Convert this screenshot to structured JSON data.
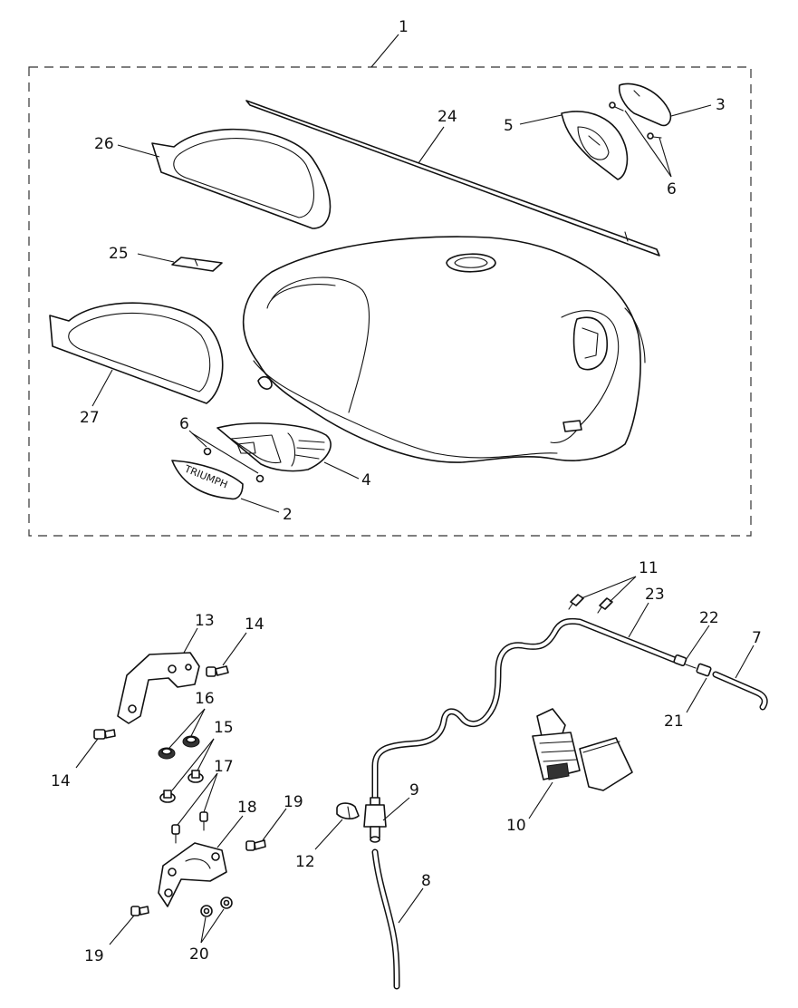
{
  "callouts": {
    "c1": "1",
    "c2": "2",
    "c3": "3",
    "c4": "4",
    "c5": "5",
    "c6a": "6",
    "c6b": "6",
    "c7": "7",
    "c8": "8",
    "c9": "9",
    "c10": "10",
    "c11": "11",
    "c12": "12",
    "c13": "13",
    "c14a": "14",
    "c14b": "14",
    "c15": "15",
    "c16": "16",
    "c17": "17",
    "c18": "18",
    "c19a": "19",
    "c19b": "19",
    "c20": "20",
    "c21": "21",
    "c22": "22",
    "c23": "23",
    "c24": "24",
    "c25": "25",
    "c26": "26",
    "c27": "27"
  },
  "badge_text": "TRIUMPH"
}
